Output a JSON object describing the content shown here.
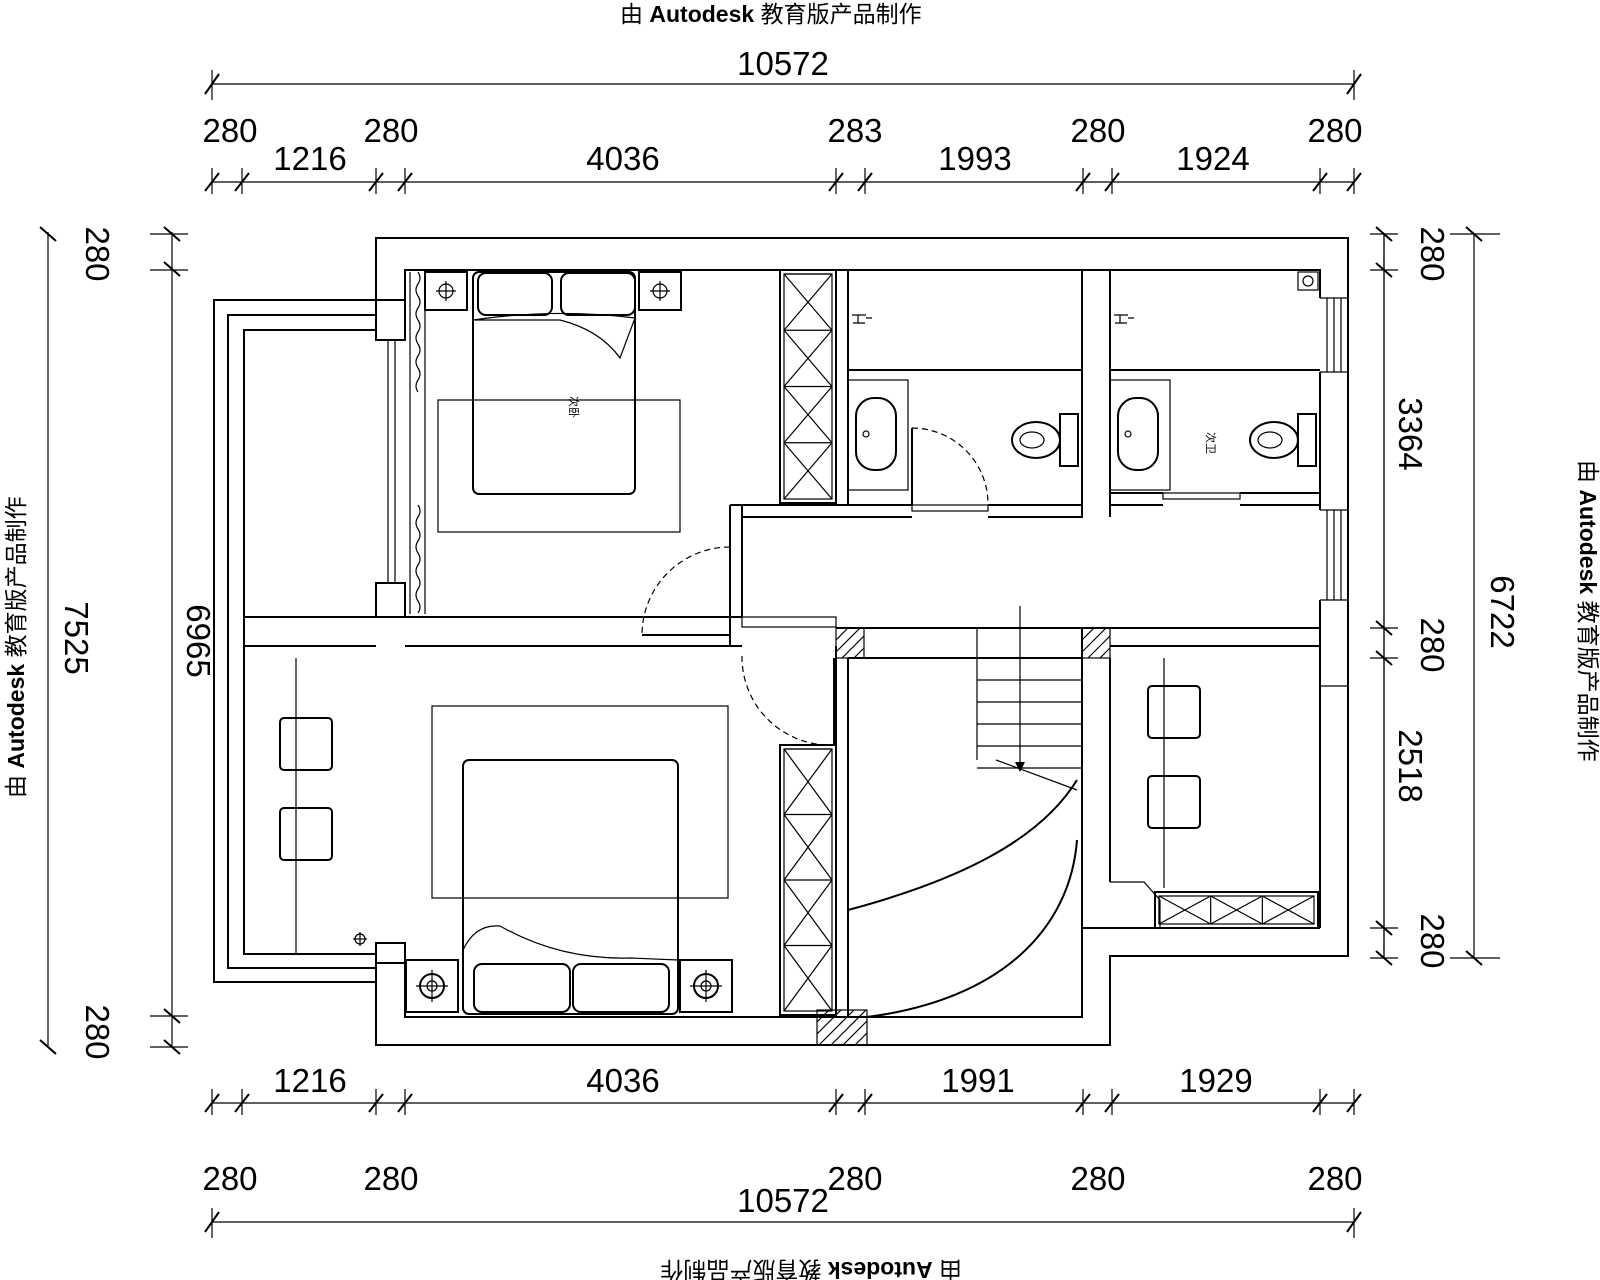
{
  "watermark": {
    "prefix": "由 ",
    "brand": "Autodesk",
    "suffix": " 教育版产品制作"
  },
  "dims": {
    "top_total": "10572",
    "top_walls": [
      "280",
      "280",
      "283",
      "280",
      "280"
    ],
    "top_rooms": [
      "1216",
      "4036",
      "1993",
      "1924"
    ],
    "bottom_total": "10572",
    "bottom_walls": [
      "280",
      "280",
      "280",
      "280",
      "280"
    ],
    "bottom_rooms": [
      "1216",
      "4036",
      "1991",
      "1929"
    ],
    "left_outer": "7525",
    "left_inner": "6965",
    "left_wall_top": "280",
    "left_wall_bottom": "280",
    "right_outer": "6722",
    "right_segments": [
      "280",
      "3364",
      "280",
      "2518",
      "280"
    ]
  },
  "rooms": {
    "secondary_bedroom": "次卧",
    "bathroom": "次卫"
  },
  "colors": {
    "line": "#000000",
    "background": "#ffffff"
  }
}
